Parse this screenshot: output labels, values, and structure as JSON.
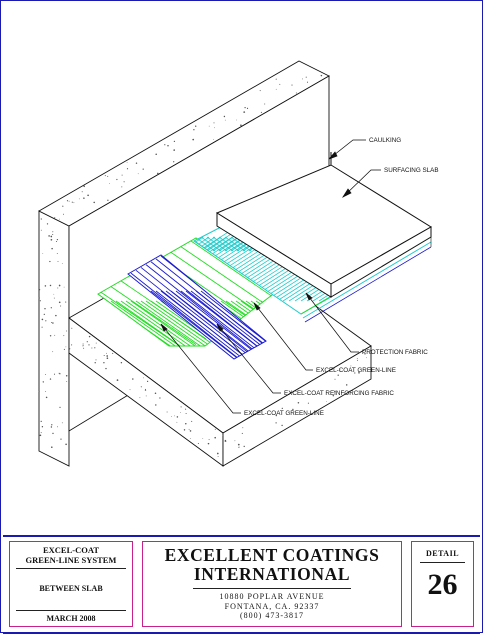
{
  "drawing": {
    "callouts": {
      "caulking": "CAULKING",
      "surfacing_slab": "SURFACING SLAB",
      "protection_fabric": "PROTECTION FABRIC",
      "green_line_top": "EXCEL-COAT  GREEN-LINE",
      "reinforcing_fabric": "EXCEL-COAT REINFORCING FABRIC",
      "green_line_bottom": "EXCEL-COAT  GREEN-LINE"
    },
    "colors": {
      "green_line": "#22dd22",
      "reinforcing_fabric": "#1a1ad0",
      "protection_fabric": "#22cccc",
      "frame": "#1a1ab0",
      "title_border": "#c8208c"
    }
  },
  "title_block": {
    "system": {
      "line1": "EXCEL-COAT",
      "line2": "GREEN-LINE SYSTEM"
    },
    "subtitle": "BETWEEN SLAB",
    "date": "MARCH  2008",
    "company": {
      "line1": "EXCELLENT COATINGS",
      "line2": "INTERNATIONAL"
    },
    "address": {
      "line1": "10880 POPLAR AVENUE",
      "line2": "FONTANA, CA. 92337",
      "line3": "(800) 473-3817"
    },
    "detail_label": "DETAIL",
    "detail_number": "26"
  }
}
